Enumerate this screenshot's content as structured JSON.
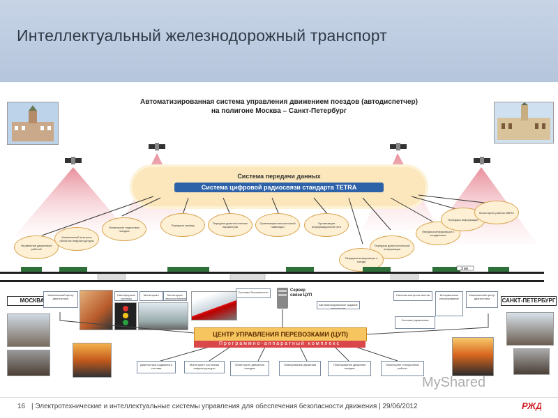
{
  "header": {
    "title": "Интеллектуальный железнодорожный транспорт"
  },
  "diagram": {
    "title_line1": "Автоматизированная система управления движением поездов (автодиспетчер)",
    "title_line2": "на полигоне Москва – Санкт-Петербург",
    "cloud_title": "Система передачи данных",
    "tetra_label": "Система цифровой радиосвязи стандарта TETRA",
    "city_left": "МОСКВА",
    "city_right": "САНКТ-ПЕТЕРБУРГ",
    "server_label": "Сервер связи ЦУП",
    "cup_title": "ЦЕНТР УПРАВЛЕНИЯ ПЕРЕВОЗКАМИ (ЦУП)",
    "cup_subtitle": "Программно-аппаратный комплекс",
    "distance_label": "3 км"
  },
  "footer": {
    "page_number": "16",
    "text": "| Электротехнические и интеллектуальные системы управления для обеспечения безопасности движения  |  29/06/2012"
  },
  "watermark": "MyShared",
  "colors": {
    "header_bg": "#c1cfe3",
    "cup_orange": "#f6c560",
    "cup_red": "#d9474a",
    "tetra_blue": "#2d62a8",
    "cloud": "#fbe7bb"
  }
}
